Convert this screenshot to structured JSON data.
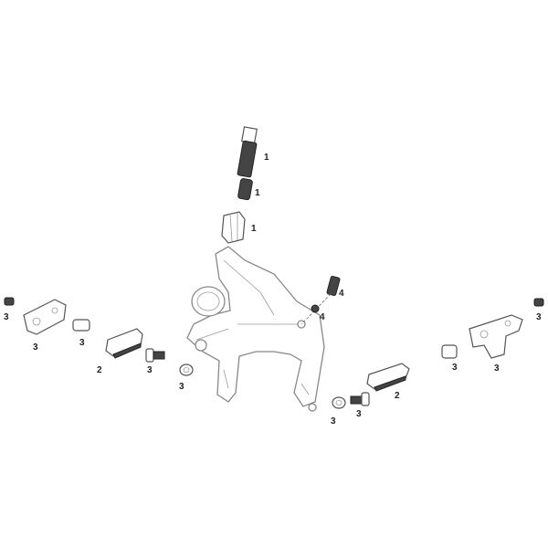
{
  "diagram": {
    "type": "exploded-parts-diagram",
    "callouts": {
      "adjuster_bolt": "1",
      "adjuster_spring": "1",
      "adjuster_nut": "1",
      "spring_right": "4",
      "screw_right": "4",
      "left_small_bolt": "3",
      "left_pad_holder": "3",
      "left_barrel_nut": "3",
      "left_brake_pad": "2",
      "left_pad_bolt": "3",
      "left_washer": "3",
      "right_washer": "3",
      "right_pad_bolt": "3",
      "right_brake_pad": "2",
      "right_barrel_nut": "3",
      "right_pad_holder": "3",
      "right_small_bolt": "3"
    }
  }
}
